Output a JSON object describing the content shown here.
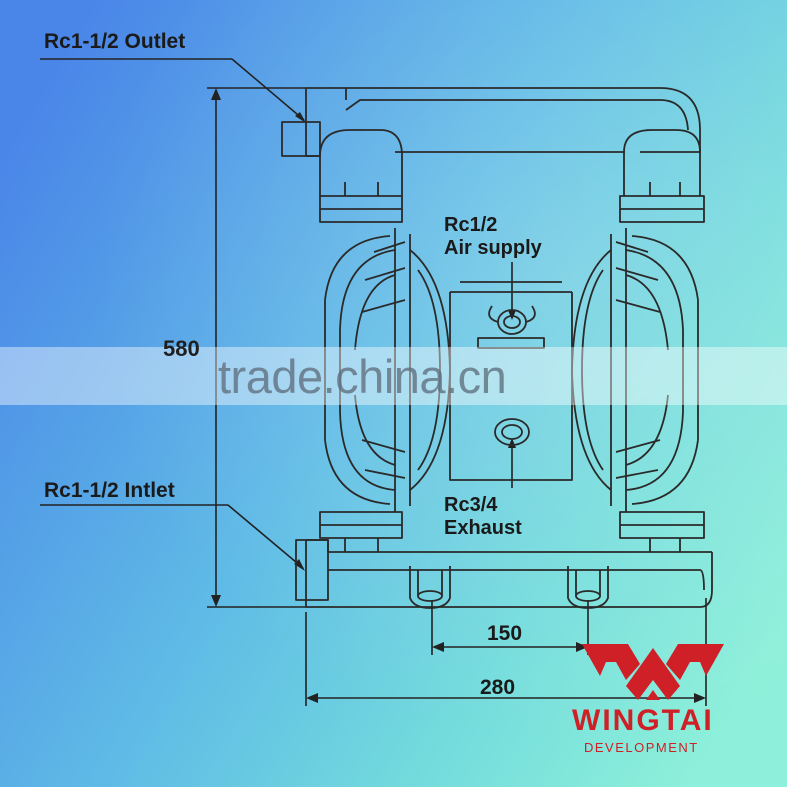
{
  "labels": {
    "outlet": "Rc1-1/2 Outlet",
    "inlet": "Rc1-1/2 Intlet",
    "air_port": "Rc1/2",
    "air_name": "Air supply",
    "exhaust_port": "Rc3/4",
    "exhaust_name": "Exhaust"
  },
  "dimensions": {
    "height": "580",
    "spacing": "150",
    "width": "280"
  },
  "watermark": "trade.china.cn",
  "brand": {
    "name": "WINGTAI",
    "subtitle": "DEVELOPMENT"
  },
  "colors": {
    "background_left": "#4a86e8",
    "background_right": "#7fe8d2",
    "line": "#2a2a2a",
    "brand_red": "#cf1f27"
  }
}
